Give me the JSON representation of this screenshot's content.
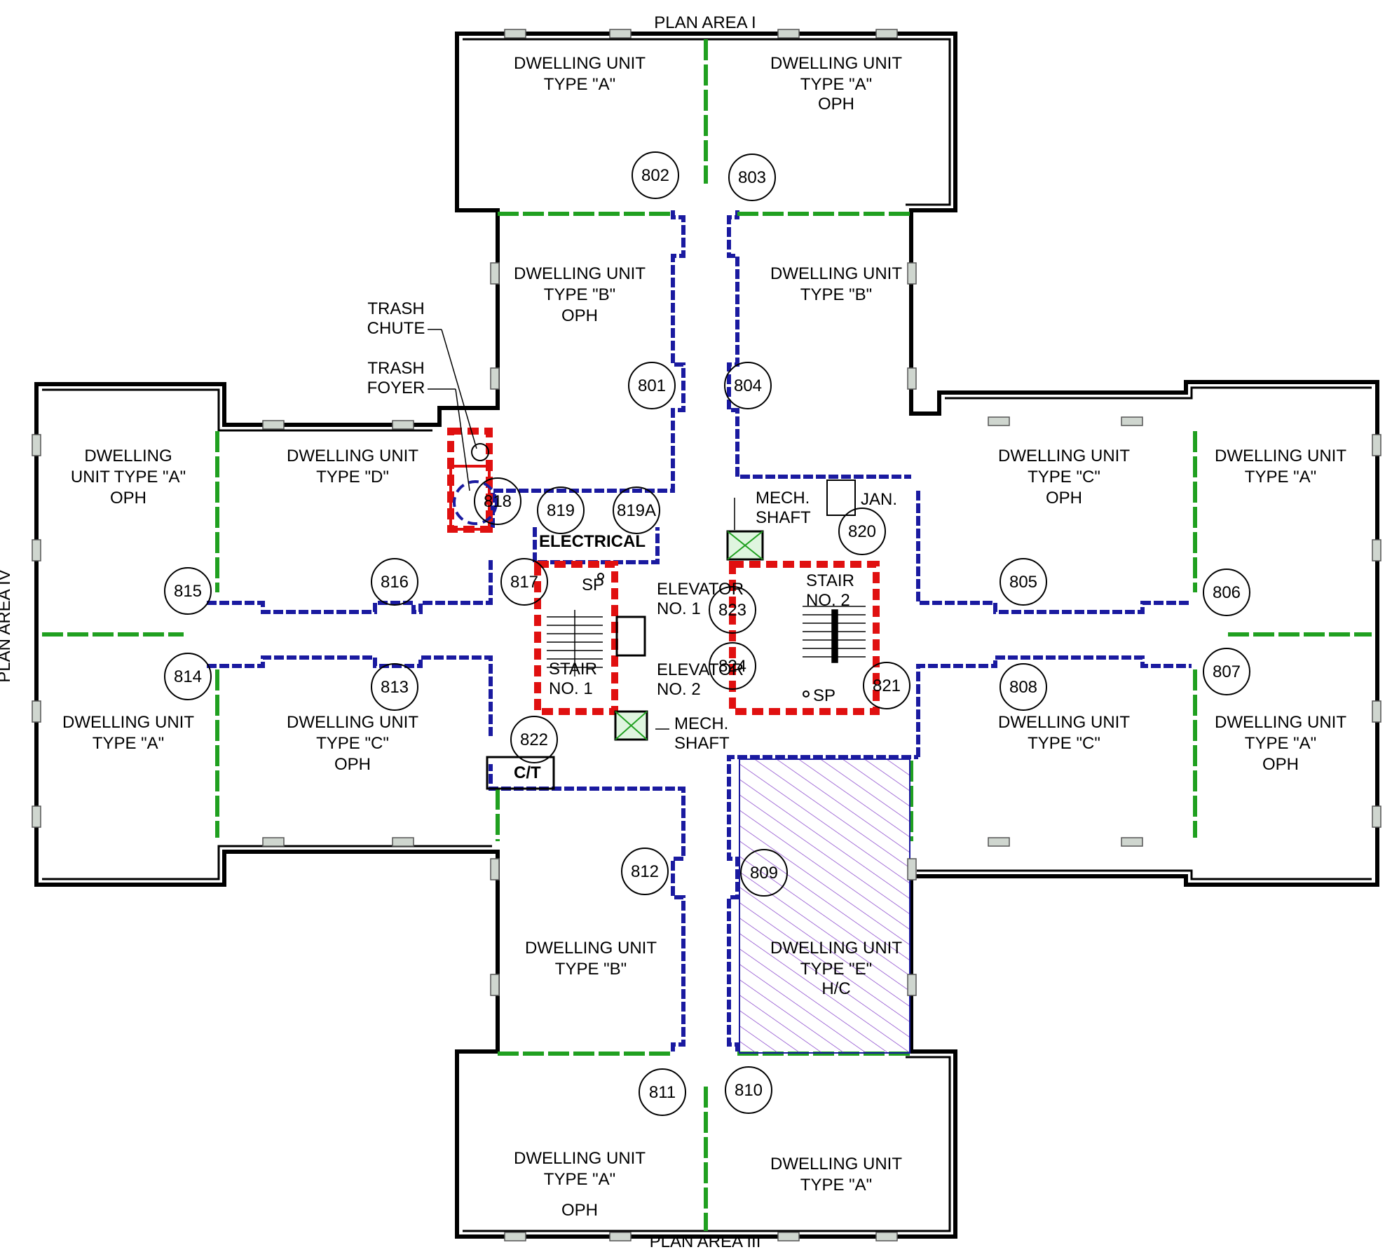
{
  "title": {
    "top": "PLAN AREA I",
    "bottom": "PLAN AREA III",
    "left": "PLAN AREA IV"
  },
  "colors": {
    "wall": "#000000",
    "partition": "#1a1aa0",
    "fire_wall": "#e01010",
    "glazing": "#20a020",
    "hatch": "#8844cc"
  },
  "units": {
    "top_left_a": [
      "DWELLING UNIT",
      "TYPE \"A\""
    ],
    "top_right_a": [
      "DWELLING UNIT",
      "TYPE \"A\"",
      "OPH"
    ],
    "upper_left_b": [
      "DWELLING UNIT",
      "TYPE \"B\"",
      "OPH"
    ],
    "upper_right_b": [
      "DWELLING UNIT",
      "TYPE \"B\""
    ],
    "left_top_a": [
      "DWELLING",
      "UNIT TYPE \"A\"",
      "OPH"
    ],
    "left_d": [
      "DWELLING UNIT",
      "TYPE \"D\""
    ],
    "left_bottom_a": [
      "DWELLING UNIT",
      "TYPE \"A\""
    ],
    "left_c": [
      "DWELLING UNIT",
      "TYPE \"C\"",
      "OPH"
    ],
    "right_c_top": [
      "DWELLING UNIT",
      "TYPE \"C\"",
      "OPH"
    ],
    "right_top_a": [
      "DWELLING UNIT",
      "TYPE \"A\""
    ],
    "right_c_bottom": [
      "DWELLING UNIT",
      "TYPE \"C\""
    ],
    "right_bottom_a": [
      "DWELLING UNIT",
      "TYPE \"A\"",
      "OPH"
    ],
    "lower_left_b": [
      "DWELLING UNIT",
      "TYPE \"B\""
    ],
    "lower_right_e": [
      "DWELLING UNIT",
      "TYPE \"E\"",
      "H/C"
    ],
    "bottom_left_a": [
      "DWELLING UNIT",
      "TYPE \"A\"",
      "OPH"
    ],
    "bottom_right_a": [
      "DWELLING UNIT",
      "TYPE \"A\""
    ]
  },
  "spaces": {
    "trash_chute": [
      "TRASH",
      "CHUTE"
    ],
    "trash_foyer": [
      "TRASH",
      "FOYER"
    ],
    "electrical": "ELECTRICAL",
    "elevator_1": [
      "ELEVATOR",
      "NO. 1"
    ],
    "elevator_2": [
      "ELEVATOR",
      "NO. 2"
    ],
    "mech_shaft_top": [
      "MECH.",
      "SHAFT"
    ],
    "mech_shaft_bottom": [
      "MECH.",
      "SHAFT"
    ],
    "stair_1": [
      "STAIR",
      "NO. 1"
    ],
    "stair_2": [
      "STAIR",
      "NO. 2"
    ],
    "jan": "JAN.",
    "ct": "C/T",
    "sp": "SP"
  },
  "door_tags": [
    "801",
    "802",
    "803",
    "804",
    "805",
    "806",
    "807",
    "808",
    "809",
    "810",
    "811",
    "812",
    "813",
    "814",
    "815",
    "816",
    "817",
    "818",
    "819",
    "819A",
    "820",
    "821",
    "822",
    "823",
    "824"
  ]
}
